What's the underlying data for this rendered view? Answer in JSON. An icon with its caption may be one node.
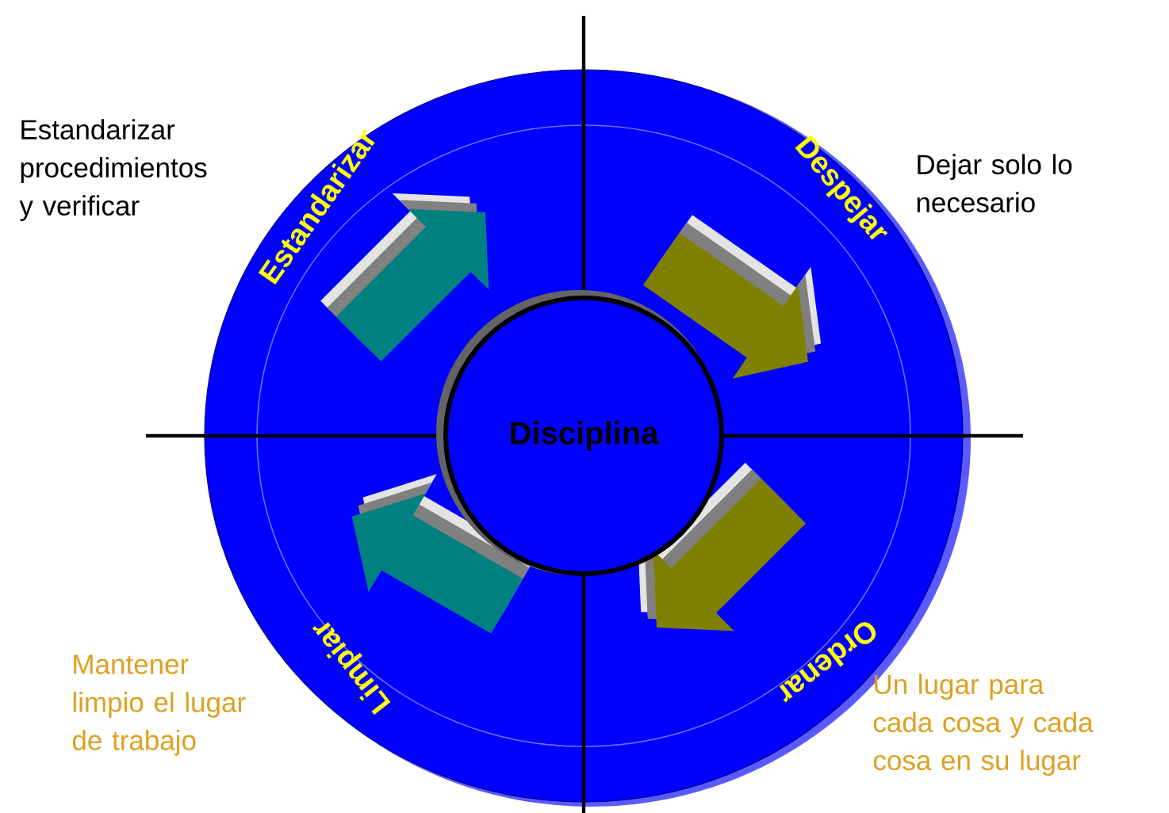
{
  "diagram": {
    "nodes": [
      {
        "text": [
          "Estandarizar",
          "Despejar",
          "Limpiar",
          "Ordenar"
        ]
      },
      {
        "text": [
          "Disciplina"
        ],
        "in": 0
      }
    ],
    "labels": [
      "Estandarizar procedimientos y verificar",
      "Dejar solo lo necesario",
      "Mantener limpio el lugar de trabajo",
      "Un lugar para cada cosa y cada cosa en su lugar"
    ]
  }
}
